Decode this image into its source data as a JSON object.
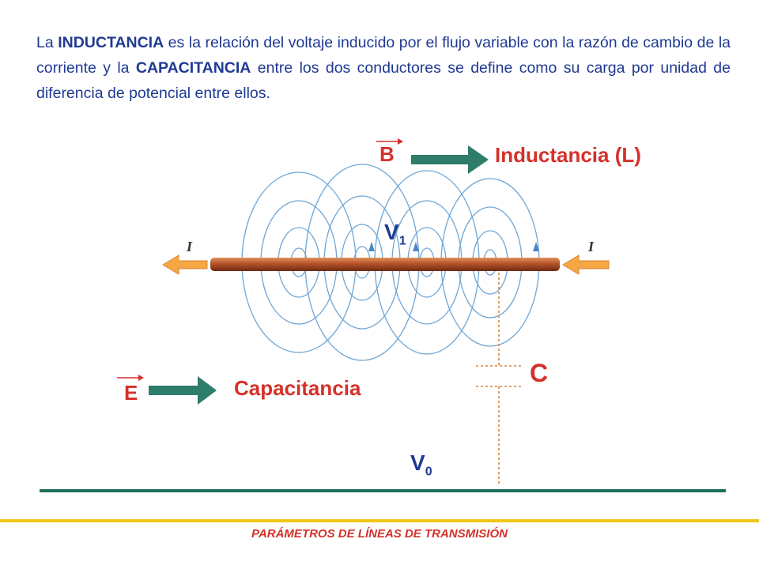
{
  "intro": {
    "p1": "La ",
    "k1": "INDUCTANCIA",
    "p2": " es la relación del voltaje inducido por el flujo variable con la razón de cambio de la corriente y la ",
    "k2": "CAPACITANCIA",
    "p3": " entre los dos conductores se define como su carga por unidad de diferencia de potencial entre ellos."
  },
  "diagram": {
    "b_vector": "B",
    "inductance_label": "Inductancia (L)",
    "v1_main": "V",
    "v1_sub": "1",
    "current_left": "I",
    "current_right": "I",
    "capacitor_label": "C",
    "e_vector": "E",
    "capacitance_label": "Capacitancia",
    "v0_main": "V",
    "v0_sub": "0"
  },
  "footer": {
    "title": "PARÁMETROS DE LÍNEAS DE TRANSMISIÓN"
  },
  "colors": {
    "text_blue": "#1f3a93",
    "label_red": "#d4312a",
    "arrow_green": "#2e7d6b",
    "ground_line": "#1f6e5c",
    "footer_yellow": "#f2c417",
    "conductor": "#b5532a",
    "field_lines": "#6fa6d6",
    "current_arrow": "#f4a742",
    "dotted": "#d9843a"
  }
}
